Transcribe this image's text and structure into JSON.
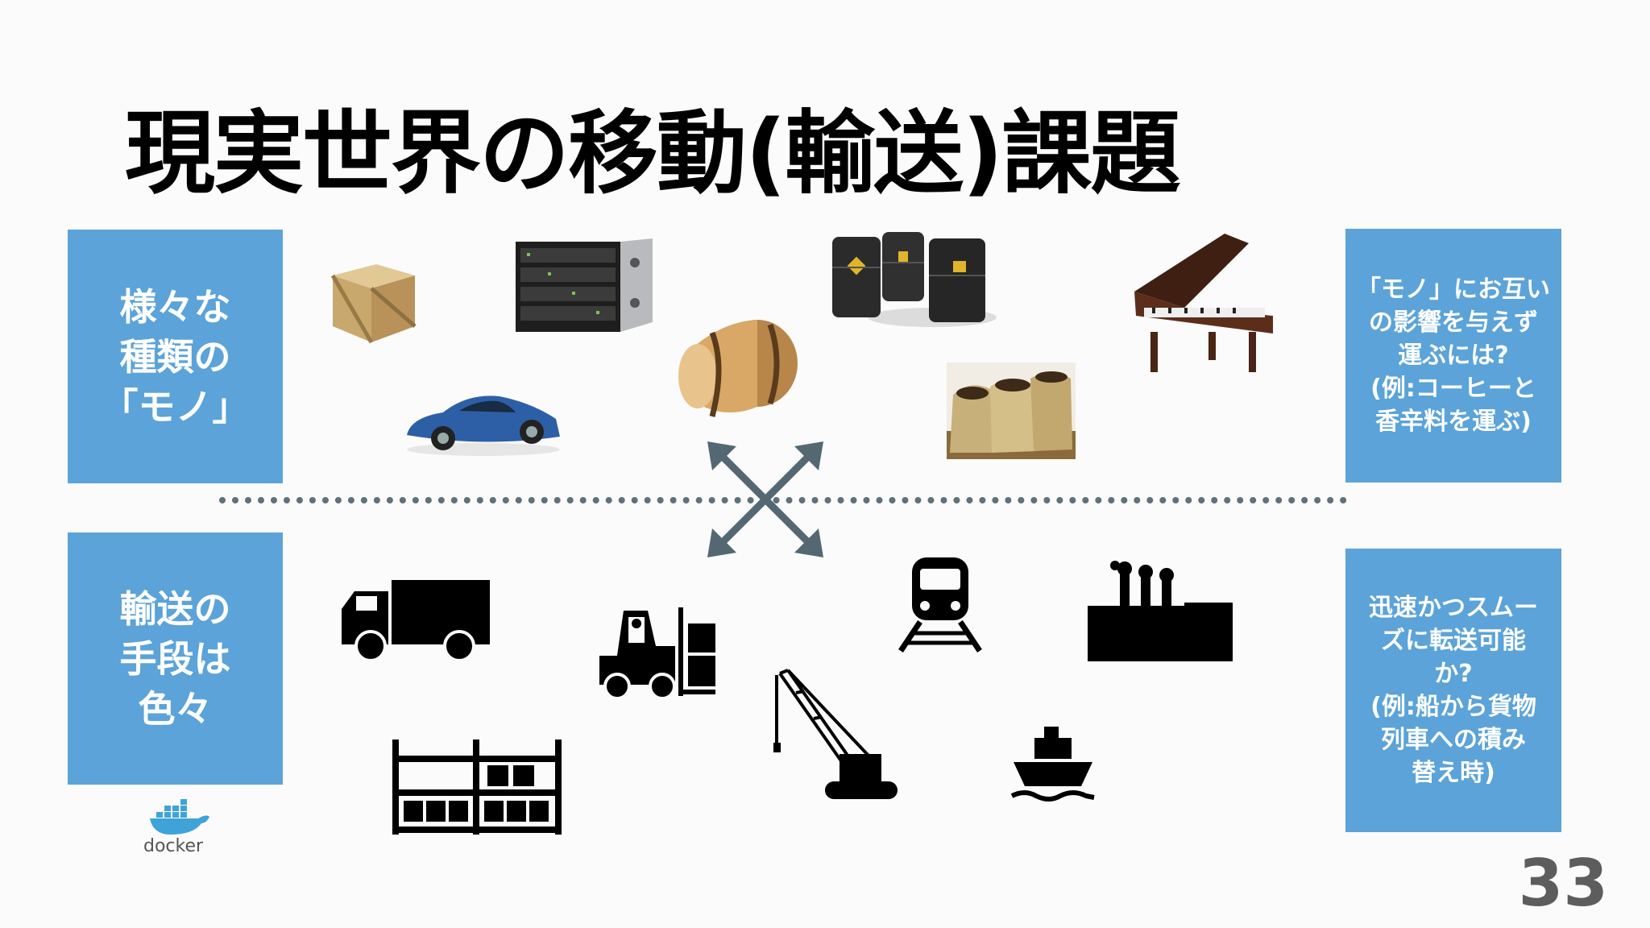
{
  "title": "現実世界の移動(輸送)課題",
  "left_boxes": [
    {
      "text": "様々な\n種類の\n「モノ」"
    },
    {
      "text": "輸送の\n手段は\n色々"
    }
  ],
  "right_boxes": [
    {
      "text": "「モノ」にお互い\nの影響を与えず\n運ぶには?\n(例:コーヒーと\n香辛料を運ぶ)"
    },
    {
      "text": "迅速かつスムー\nズに転送可能\nか?\n(例:船から貨物\n列車への積み\n替え時)"
    }
  ],
  "logo": {
    "text": "docker"
  },
  "page_number": "33",
  "colors": {
    "box": "#5ba3d8",
    "divider": "#5f717a",
    "arrow": "#546873"
  },
  "icons": [
    "wooden-crate-icon",
    "server-rack-icon",
    "oil-drums-icon",
    "grand-piano-icon",
    "sports-car-icon",
    "wine-barrel-icon",
    "coffee-sacks-icon",
    "crossed-arrows-icon",
    "truck-icon",
    "forklift-icon",
    "train-icon",
    "factory-icon",
    "shipping-containers-icon",
    "crane-icon",
    "ship-icon"
  ]
}
